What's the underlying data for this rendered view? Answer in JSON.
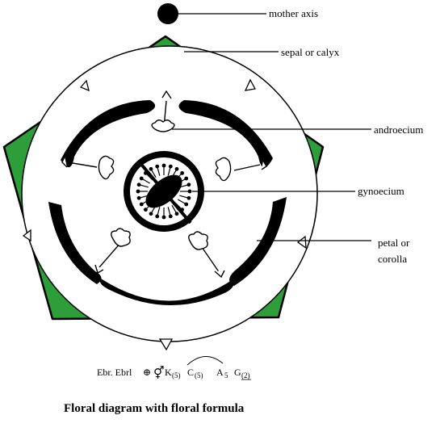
{
  "labels": {
    "mother_axis": "mother axis",
    "sepal": "sepal or calyx",
    "androecium": "androecium",
    "gynoecium": "gynoecium",
    "petal_line1": "petal or",
    "petal_line2": "corolla"
  },
  "formula": {
    "prefix": "Ebr. Ebrl",
    "actinomorphic_symbol": "⊕",
    "bisexual_symbol": "⚥",
    "calyx": "K",
    "calyx_count": "(5)",
    "corolla": "C",
    "corolla_count": "(5)",
    "androecium": "A",
    "androecium_count": "5",
    "gynoecium": "G",
    "gynoecium_count": "(2)"
  },
  "caption": "Floral diagram with floral formula",
  "colors": {
    "sepal": "#2e9e3a",
    "outline": "#000000",
    "background": "#ffffff"
  }
}
